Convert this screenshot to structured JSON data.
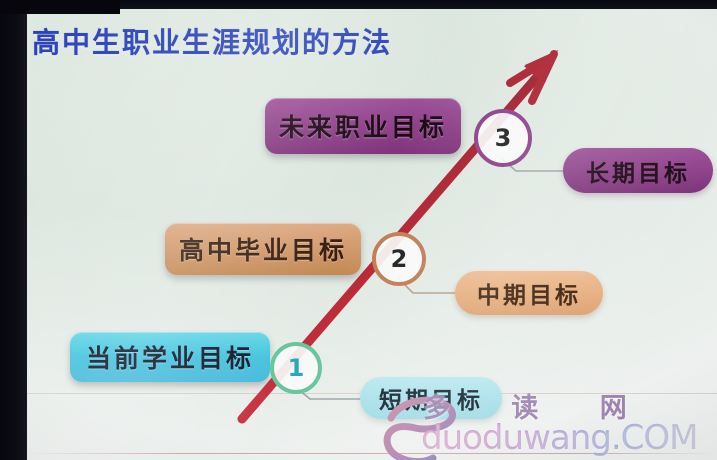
{
  "slide": {
    "title": "高中生职业生涯规划的方法",
    "title_color": "#2740b8",
    "background_color": "#dfe9e1"
  },
  "arrow": {
    "name": "upward-progress-arrow",
    "color": "#b3202e",
    "direction": "up-right"
  },
  "steps": [
    {
      "number": "1",
      "box_label": "当前学业目标",
      "pill_label": "短期目标",
      "box_color": "#41c2dd",
      "pill_color": "#a7e0ea",
      "circle_color": "#63c49b"
    },
    {
      "number": "2",
      "box_label": "高中毕业目标",
      "pill_label": "中期目标",
      "box_color": "#d2996c",
      "pill_color": "#e5ac7c",
      "circle_color": "#c07a4e"
    },
    {
      "number": "3",
      "box_label": "未来职业目标",
      "pill_label": "长期目标",
      "box_color": "#8e3f89",
      "pill_color": "#8a3d86",
      "circle_color": "#8c3a88"
    }
  ],
  "watermark": {
    "chinese": "多 读 网",
    "url": "duoduwang.COM",
    "logo": "d-swirl-icon"
  }
}
